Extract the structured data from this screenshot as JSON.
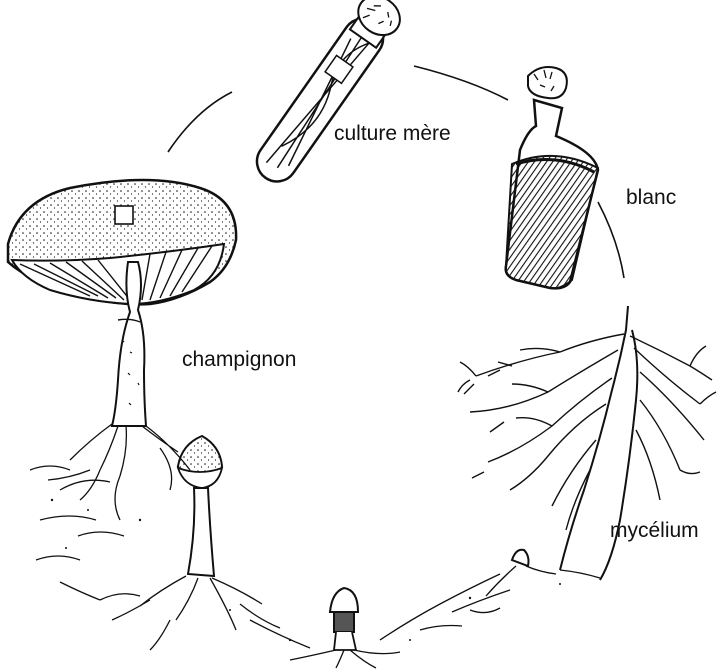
{
  "labels": {
    "culture_mere": "culture mère",
    "blanc": "blanc",
    "champignon": "champignon",
    "mycelium": "mycélium"
  },
  "colors": {
    "ink": "#111111",
    "paper": "#ffffff",
    "shade": "#555555"
  }
}
